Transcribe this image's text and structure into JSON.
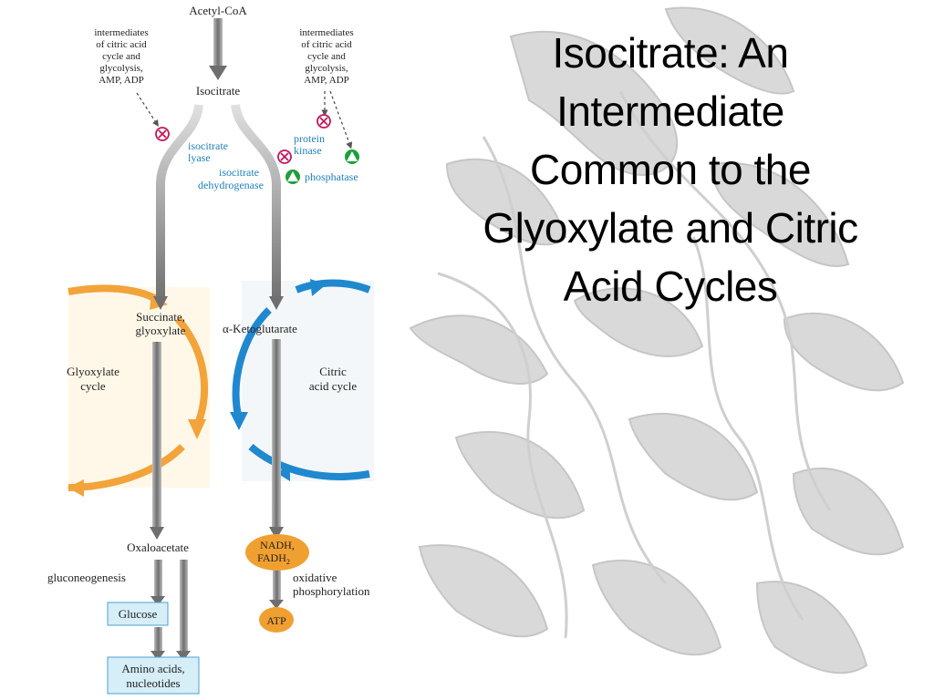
{
  "slide": {
    "title": "Isocitrate: An Intermediate Common to the Glyoxylate and Citric Acid Cycles"
  },
  "diagram": {
    "acetyl_coa": "Acetyl-CoA",
    "isocitrate": "Isocitrate",
    "effectors_left": [
      "intermediates",
      "of citric acid",
      "cycle and",
      "glycolysis,",
      "AMP, ADP"
    ],
    "effectors_right": [
      "intermediates",
      "of citric acid",
      "cycle and",
      "glycolysis,",
      "AMP, ADP"
    ],
    "isocitrate_lyase": [
      "isocitrate",
      "lyase"
    ],
    "isocitrate_dehydrogenase": [
      "isocitrate",
      "dehydrogenase"
    ],
    "protein_kinase": [
      "protein",
      "kinase"
    ],
    "phosphatase": "phosphatase",
    "succinate_glyoxylate": [
      "Succinate,",
      "glyoxylate"
    ],
    "alpha_ketoglutarate": "α-Ketoglutarate",
    "glyoxylate_cycle": [
      "Glyoxylate",
      "cycle"
    ],
    "citric_acid_cycle": [
      "Citric",
      "acid cycle"
    ],
    "oxaloacetate": "Oxaloacetate",
    "gluconeogenesis": "gluconeogenesis",
    "nadh_fadh2": [
      "NADH,",
      "FADH"
    ],
    "fadh_subscript": "2",
    "oxidative_phosphorylation": [
      "oxidative",
      "phosphorylation"
    ],
    "glucose": "Glucose",
    "atp": "ATP",
    "amino_acids": [
      "Amino acids,",
      "nucleotides"
    ]
  },
  "colors": {
    "glyoxylate_cycle": "#f2a33a",
    "citric_acid_cycle": "#1f88cf",
    "enzyme_label": "#1f7fb8",
    "inhibitor": "#c2185b",
    "activator": "#1e9e3a",
    "energy_oval": "#f0a030",
    "product_box": "#d6eef8"
  },
  "icons": {
    "inhibition": "circled-x-icon",
    "activation": "circled-triangle-icon"
  }
}
